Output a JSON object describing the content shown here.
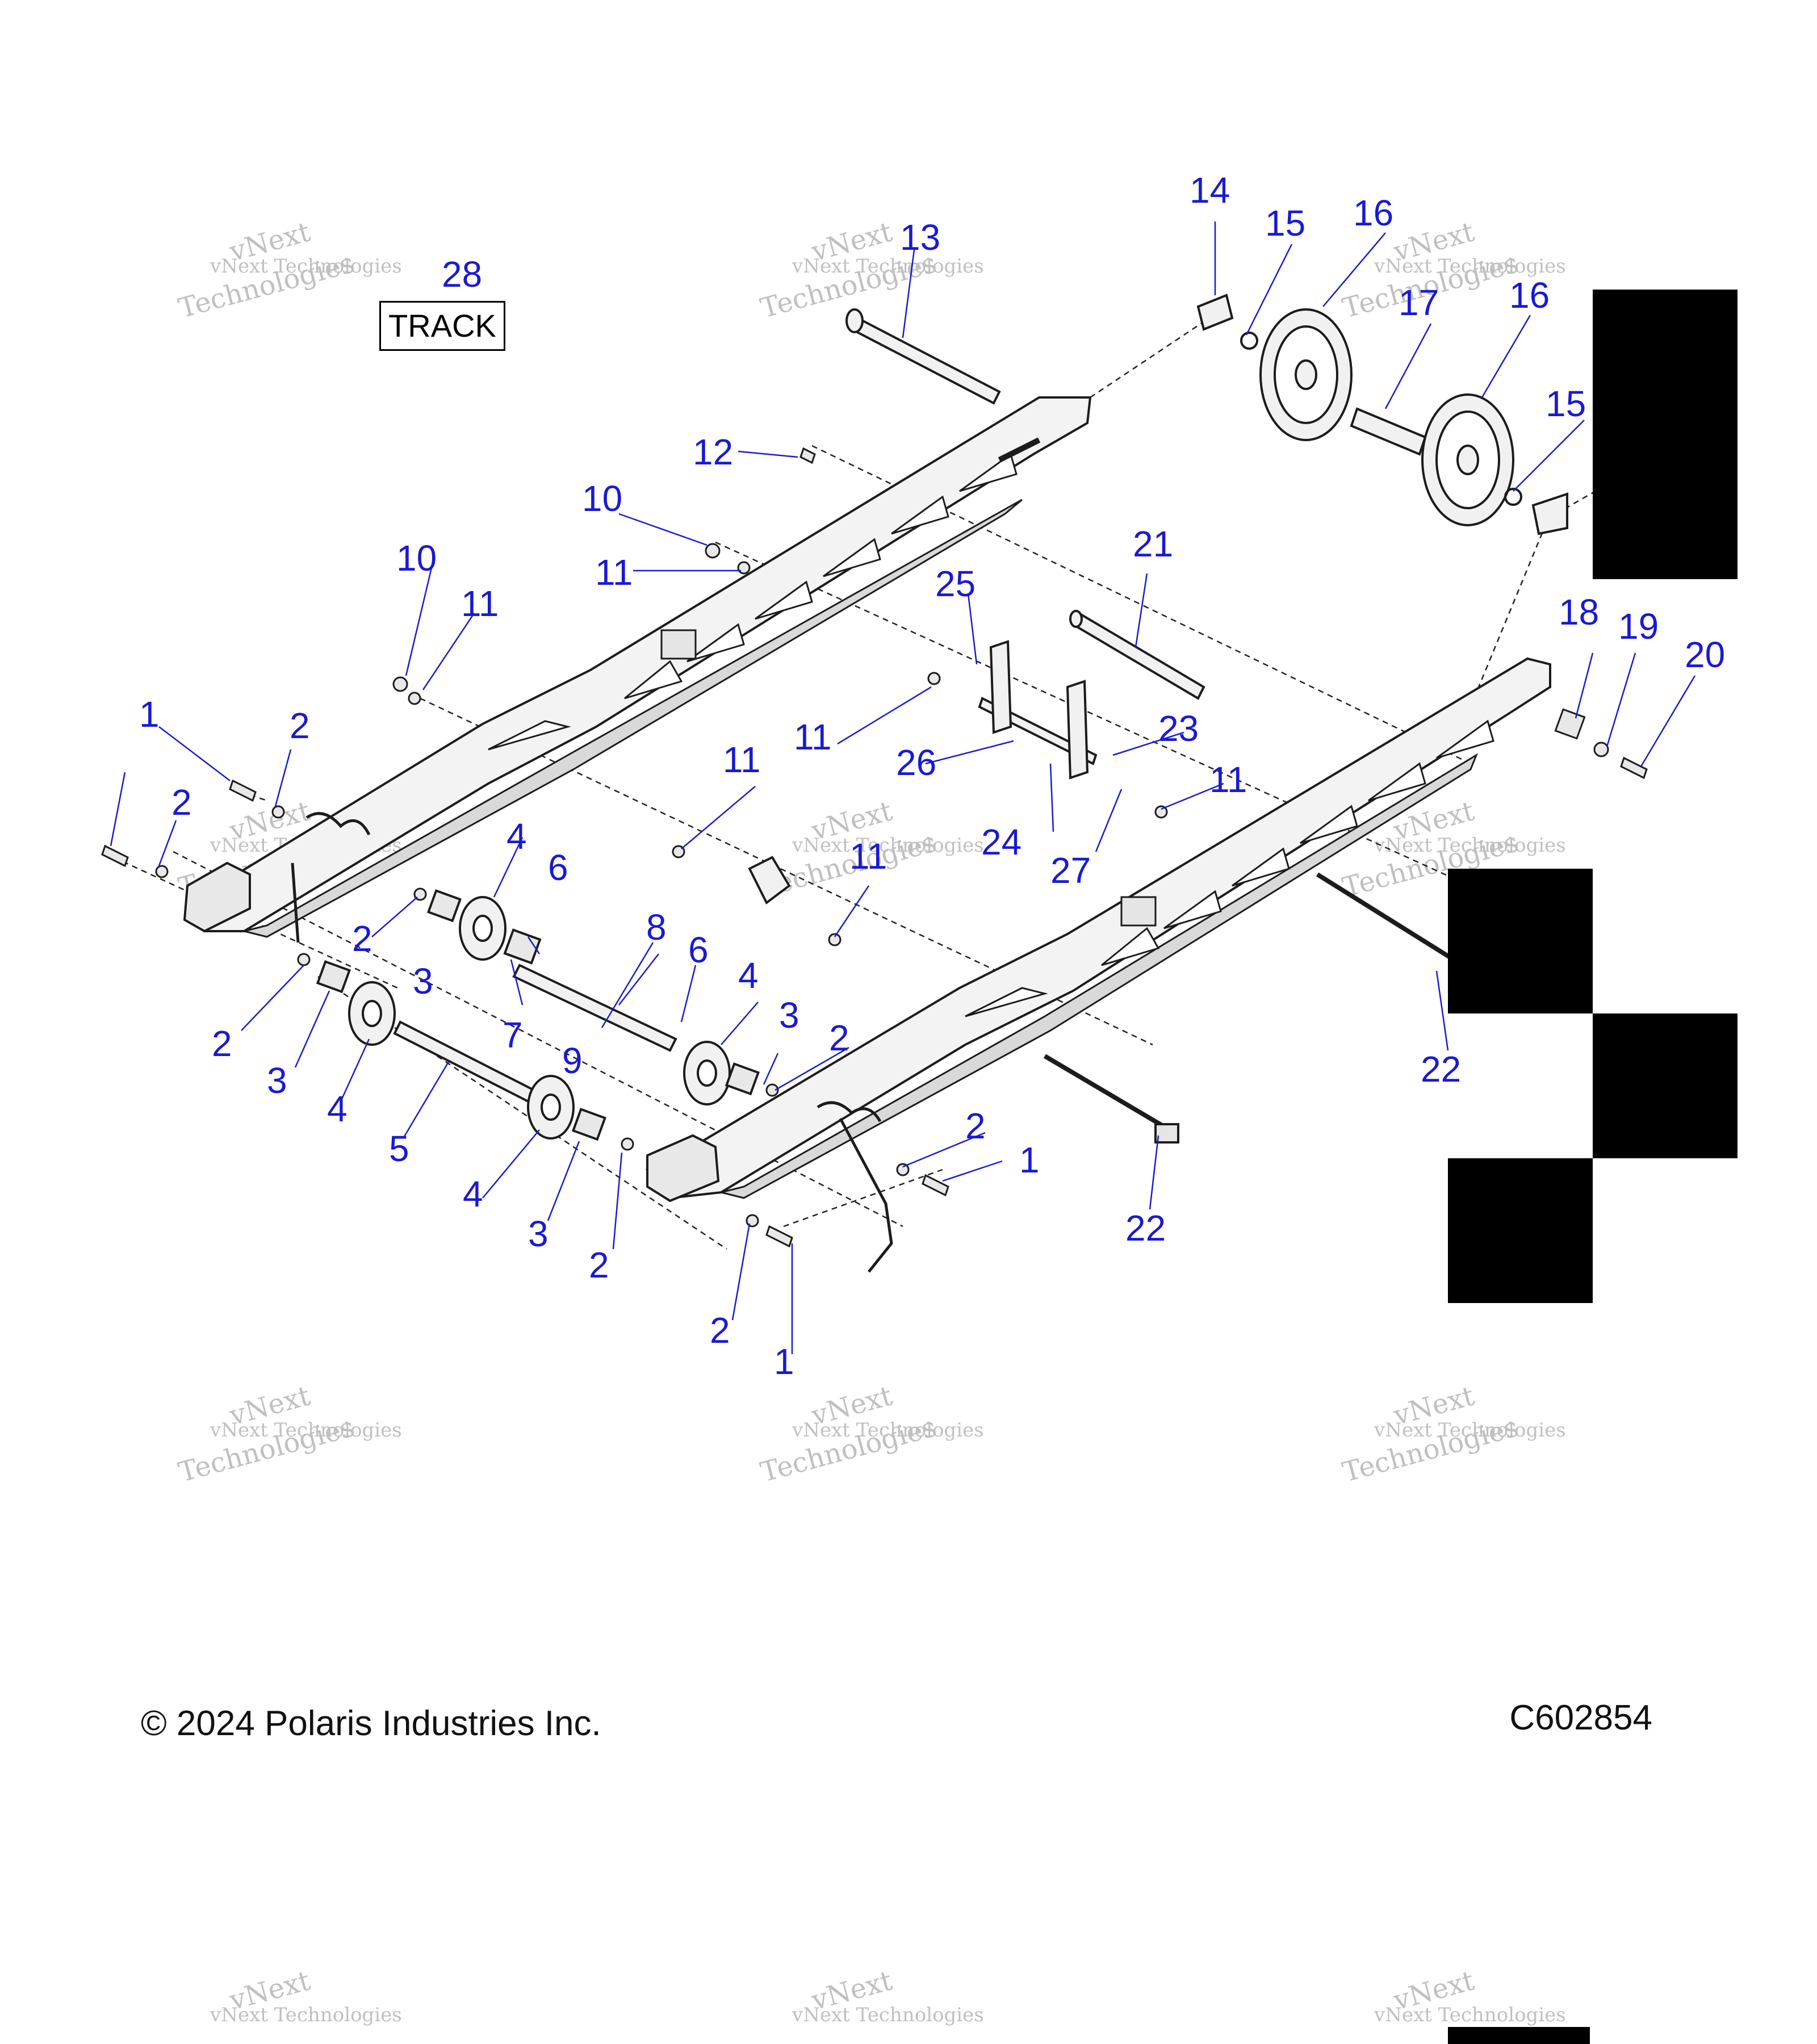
{
  "track_label": "TRACK",
  "copyright": "© 2024 Polaris Industries Inc.",
  "drawing_id": "C602854",
  "watermark": {
    "line1": "vNext Technologies",
    "line2": "vNext",
    "line3": "Technologies"
  },
  "callouts": {
    "c1": "1",
    "c2": "2",
    "c3": "3",
    "c4": "4",
    "c5": "5",
    "c6": "6",
    "c7": "7",
    "c8": "8",
    "c9": "9",
    "c10": "10",
    "c11": "11",
    "c12": "12",
    "c13": "13",
    "c14": "14",
    "c15": "15",
    "c16": "16",
    "c17": "17",
    "c18": "18",
    "c19": "19",
    "c20": "20",
    "c21": "21",
    "c22": "22",
    "c23": "23",
    "c24": "24",
    "c25": "25",
    "c26": "26",
    "c27": "27",
    "c28": "28"
  },
  "colors": {
    "callout": "#1a1ad0",
    "part_fill": "#f1f1f1",
    "part_stroke": "#1c1c1c",
    "redaction": "#000000"
  }
}
